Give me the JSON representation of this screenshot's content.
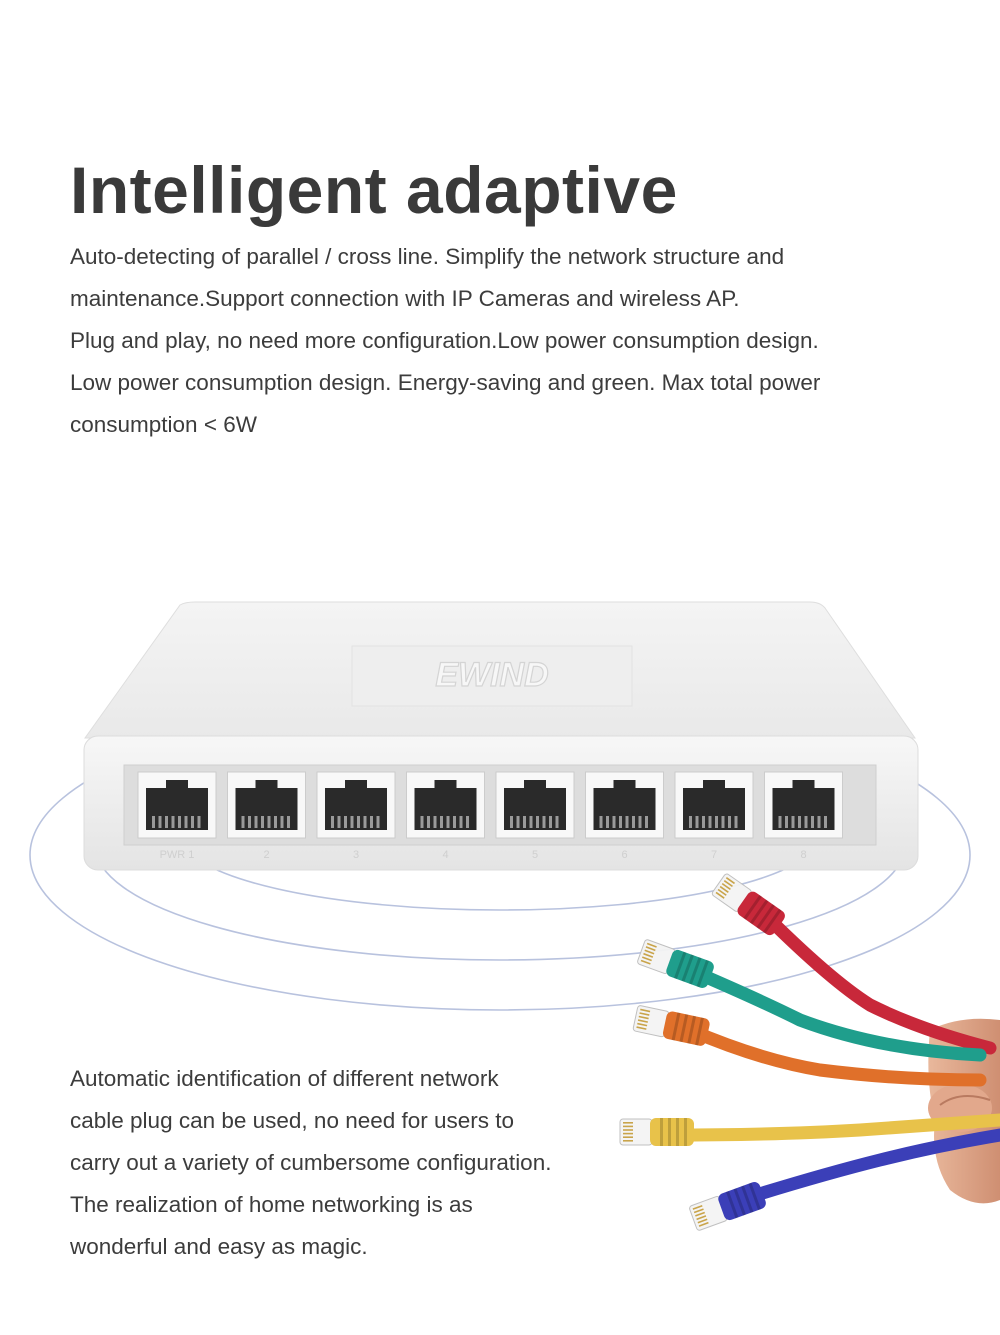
{
  "headline": "Intelligent adaptive",
  "intro_lines": [
    "Auto-detecting of parallel / cross line. Simplify the network structure and",
    "maintenance.Support connection with IP Cameras and wireless AP.",
    "Plug and play, no need more configuration.Low power consumption design.",
    "Low power consumption design. Energy-saving and green. Max total power",
    "consumption < 6W"
  ],
  "product": {
    "brand_logo": "EWIND",
    "port_count": 8,
    "port_labels": [
      "PWR 1",
      "2",
      "3",
      "4",
      "5",
      "6",
      "7",
      "8"
    ]
  },
  "cables": [
    {
      "color": "#c8283a",
      "plug": "rj45-plug-icon"
    },
    {
      "color": "#1f9e8c",
      "plug": "rj45-plug-icon"
    },
    {
      "color": "#e0702a",
      "plug": "rj45-plug-icon"
    },
    {
      "color": "#e8c24a",
      "plug": "rj45-plug-icon"
    },
    {
      "color": "#3b3fb8",
      "plug": "rj45-plug-icon"
    }
  ],
  "colors": {
    "text": "#3c3c3c",
    "headline": "#3a3a3a",
    "ring": "#b8c2de",
    "device": "#f2f2f2"
  },
  "closing_lines": [
    "Automatic identification of different network",
    "cable plug can be used, no need for users to",
    "carry out a variety of cumbersome configuration.",
    "The realization of home networking is as",
    "wonderful and easy as magic."
  ]
}
